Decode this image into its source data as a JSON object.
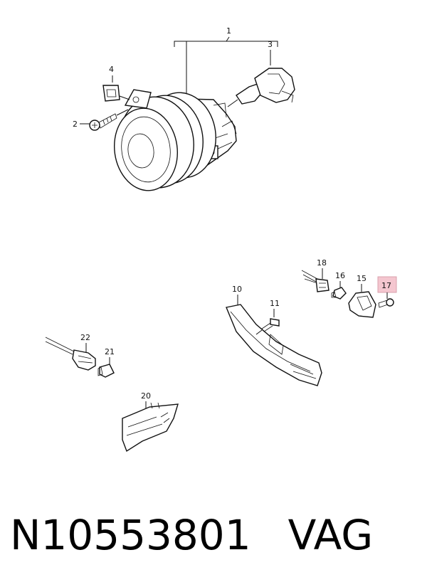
{
  "callouts": {
    "c1": "1",
    "c2": "2",
    "c3": "3",
    "c4": "4",
    "c10": "10",
    "c11": "11",
    "c15": "15",
    "c16": "16",
    "c17": "17",
    "c18": "18",
    "c20": "20",
    "c21": "21",
    "c22": "22"
  },
  "highlight": {
    "callout": "17",
    "color": "#f4c6cf",
    "border": "#d9a0ad"
  },
  "footer": {
    "part_number": "N10553801",
    "brand": "VAG"
  }
}
